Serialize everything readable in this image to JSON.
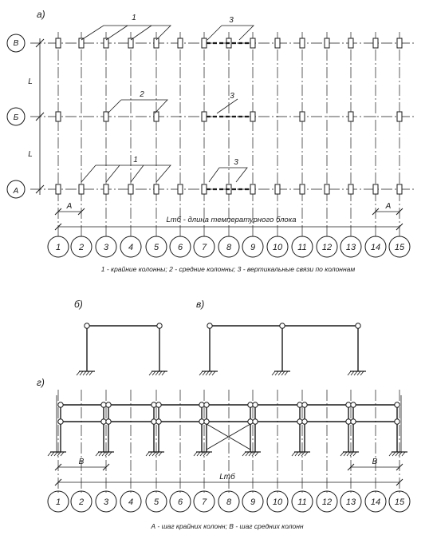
{
  "panel_labels": {
    "a": "а)",
    "b": "б)",
    "v": "в)",
    "g": "г)"
  },
  "row_axes": [
    "В",
    "Б",
    "А"
  ],
  "bay_label": "L",
  "column_axes": [
    "1",
    "2",
    "3",
    "4",
    "5",
    "6",
    "7",
    "8",
    "9",
    "10",
    "11",
    "12",
    "13",
    "14",
    "15"
  ],
  "callouts": {
    "edge_columns": "1",
    "middle_columns": "2",
    "vertical_bracing": "3"
  },
  "spacing": {
    "edge_step": "А",
    "middle_step": "В",
    "block_length_a": "Lтб - длина температурного блока",
    "block_length_g": "Lтб"
  },
  "legend_a": "1 - крайние колонны; 2 - средние колонны; 3 - вертикальные связи по колоннам",
  "legend_g": "А - шаг крайних колонн; В - шаг средних колонн"
}
